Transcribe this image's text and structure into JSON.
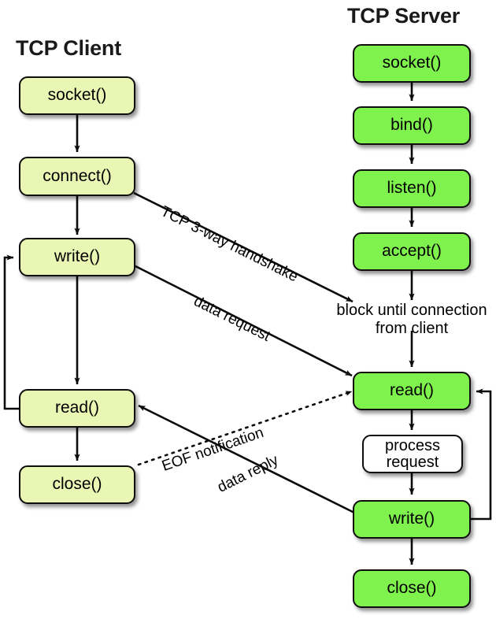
{
  "diagram": {
    "kind": "tcp-client-server-flow",
    "background": "#ffffff",
    "client_color": "#e9f6b4",
    "server_color": "#7ff24e",
    "process_color": "#ffffff",
    "stroke_color": "#0e0e0e"
  },
  "columns": {
    "client": {
      "title": "TCP Client",
      "nodes": [
        {
          "id": "client-socket",
          "label": "socket()"
        },
        {
          "id": "client-connect",
          "label": "connect()"
        },
        {
          "id": "client-write",
          "label": "write()"
        },
        {
          "id": "client-read",
          "label": "read()"
        },
        {
          "id": "client-close",
          "label": "close()"
        }
      ]
    },
    "server": {
      "title": "TCP Server",
      "nodes": [
        {
          "id": "server-socket",
          "label": "socket()"
        },
        {
          "id": "server-bind",
          "label": "bind()"
        },
        {
          "id": "server-listen",
          "label": "listen()"
        },
        {
          "id": "server-accept",
          "label": "accept()"
        },
        {
          "id": "server-read",
          "label": "read()"
        },
        {
          "id": "server-process",
          "label_line1": "process",
          "label_line2": "request"
        },
        {
          "id": "server-write",
          "label": "write()"
        },
        {
          "id": "server-close",
          "label": "close()"
        }
      ],
      "block_note": "block until connection\nfrom client"
    }
  },
  "edge_labels": {
    "handshake": "TCP 3-way handshake",
    "data_request": "data request",
    "eof_notification": "EOF notification",
    "data_reply": "data reply"
  }
}
